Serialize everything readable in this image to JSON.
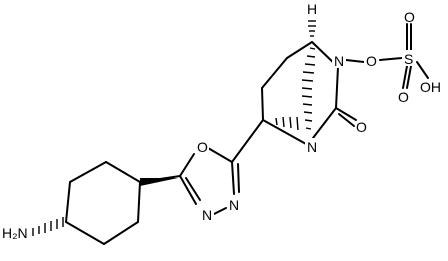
{
  "molecule": {
    "atoms": {
      "h_bridgehead": "H",
      "n_ring": "N",
      "o_ester": "O",
      "s": "S",
      "o_sulfonyl_top": "O",
      "o_sulfonyl_bottom": "O",
      "oh": "OH",
      "o_carbonyl": "O",
      "n_bridgehead": "N",
      "o_oxadiazole": "O",
      "n_oxadiazole_1": "N",
      "n_oxadiazole_2": "N",
      "nh2": "H₂N"
    }
  }
}
